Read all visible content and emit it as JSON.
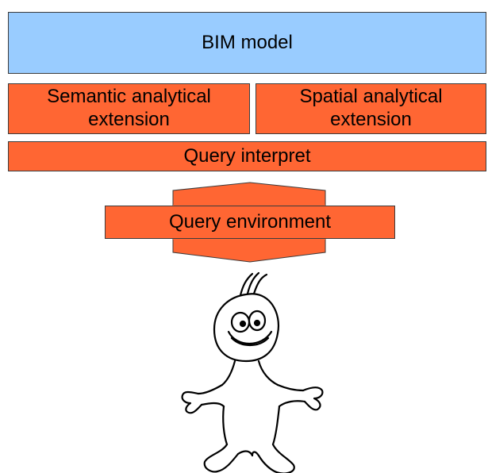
{
  "diagram": {
    "bim_model": "BIM model",
    "semantic_extension": "Semantic analytical extension",
    "spatial_extension": "Spatial analytical extension",
    "query_interpret": "Query interpret",
    "query_environment": "Query environment"
  },
  "colors": {
    "bim_fill": "#99ccff",
    "extension_fill": "#ff6633",
    "border": "#3c3c3c"
  },
  "icons": {
    "arrow": "double-vertical-arrow-icon",
    "user": "cartoon-user-icon"
  }
}
